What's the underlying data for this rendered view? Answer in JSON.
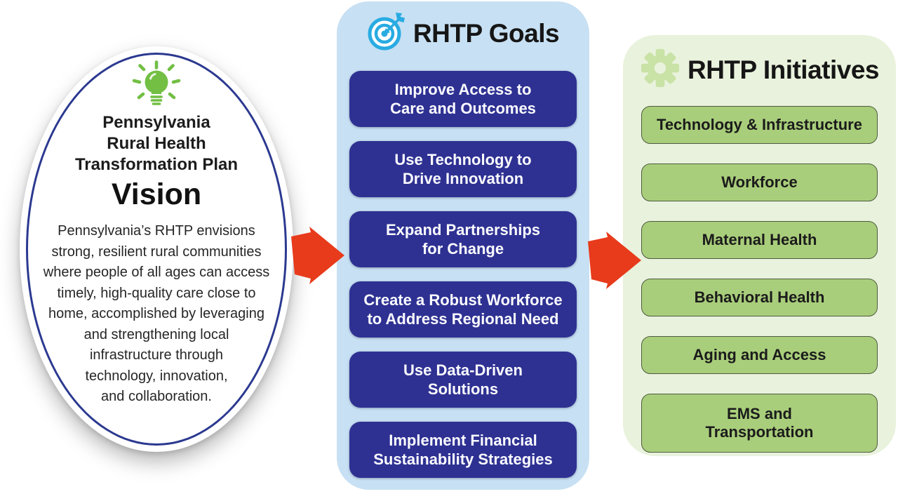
{
  "vision": {
    "icon": "lightbulb-icon",
    "title_lines": [
      "Pennsylvania",
      "Rural Health",
      "Transformation Plan"
    ],
    "subtitle": "Vision",
    "body_lines": [
      "Pennsylvania’s RHTP envisions",
      "strong, resilient rural communities",
      "where people of all ages can access",
      "timely, high-quality care close to",
      "home, accomplished by leveraging",
      "and strengthening local",
      "infrastructure through",
      "technology, innovation,",
      "and collaboration."
    ]
  },
  "goals": {
    "icon": "target-icon",
    "title": "RHTP Goals",
    "items": [
      {
        "lines": [
          "Improve Access to",
          "Care and Outcomes"
        ]
      },
      {
        "lines": [
          "Use Technology to",
          "Drive Innovation"
        ]
      },
      {
        "lines": [
          "Expand Partnerships",
          "for Change"
        ]
      },
      {
        "lines": [
          "Create a Robust Workforce",
          "to Address Regional Need"
        ]
      },
      {
        "lines": [
          "Use Data-Driven",
          "Solutions"
        ]
      },
      {
        "lines": [
          "Implement Financial",
          "Sustainability Strategies"
        ]
      }
    ]
  },
  "initiatives": {
    "icon": "gear-icon",
    "title": "RHTP Initiatives",
    "items": [
      {
        "lines": [
          "Technology & Infrastructure"
        ]
      },
      {
        "lines": [
          "Workforce"
        ]
      },
      {
        "lines": [
          "Maternal Health"
        ]
      },
      {
        "lines": [
          "Behavioral Health"
        ]
      },
      {
        "lines": [
          "Aging and Access"
        ]
      },
      {
        "lines": [
          "EMS and",
          "Transportation"
        ]
      }
    ]
  },
  "colors": {
    "panel_blue": "#C7E0F3",
    "goal_navy": "#2E3192",
    "panel_green": "#E9F2DC",
    "initiative_green": "#A9CE7B",
    "arrow_red": "#E73B1C",
    "ellipse_ring_navy": "#2B3990",
    "target_icon_cyan": "#29ABE2",
    "lightbulb_green": "#72BF44"
  }
}
